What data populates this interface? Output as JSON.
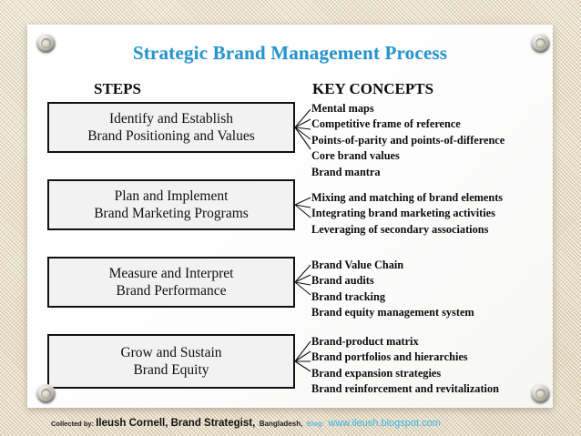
{
  "slide": {
    "title": "Strategic Brand Management  Process",
    "accent_color": "#2496cd",
    "background_color": "#ffffff",
    "canvas_color": "#e8dcc0",
    "box_border_color": "#111111",
    "box_fill_color": "#f2f2f2"
  },
  "headers": {
    "steps": "STEPS",
    "key_concepts": "KEY CONCEPTS"
  },
  "steps": [
    {
      "line1": "Identify and Establish",
      "line2": "Brand Positioning and Values"
    },
    {
      "line1": "Plan and Implement",
      "line2": "Brand Marketing Programs"
    },
    {
      "line1": "Measure and Interpret",
      "line2": "Brand Performance"
    },
    {
      "line1": "Grow and Sustain",
      "line2": "Brand Equity"
    }
  ],
  "key_concepts": [
    {
      "items": [
        "Mental maps",
        "Competitive frame of reference",
        "Points-of-parity and points-of-difference",
        "Core brand values",
        "Brand mantra"
      ]
    },
    {
      "items": [
        "Mixing and matching of brand elements",
        "Integrating brand marketing activities",
        "Leveraging of secondary associations"
      ]
    },
    {
      "items": [
        "Brand Value Chain",
        "Brand audits",
        "Brand tracking",
        "Brand equity management system"
      ]
    },
    {
      "items": [
        "Brand-product matrix",
        "Brand portfolios and hierarchies",
        "Brand expansion strategies",
        "Brand reinforcement and revitalization"
      ]
    }
  ],
  "footer": {
    "prefix": "Collected by",
    "separator": ": ",
    "name": "Ileush Cornell, Brand Strategist,",
    "country": "Bangladesh,",
    "blog_label": "Blog:",
    "url": "www.ileush.blogspot.com",
    "blog_label_color": "#5fb7e0",
    "url_color": "#35b4e8"
  },
  "decorations": {
    "grommet_top_left": "grommet-icon",
    "grommet_top_right": "grommet-icon",
    "grommet_bottom_left": "grommet-icon",
    "grommet_bottom_right": "grommet-icon"
  }
}
